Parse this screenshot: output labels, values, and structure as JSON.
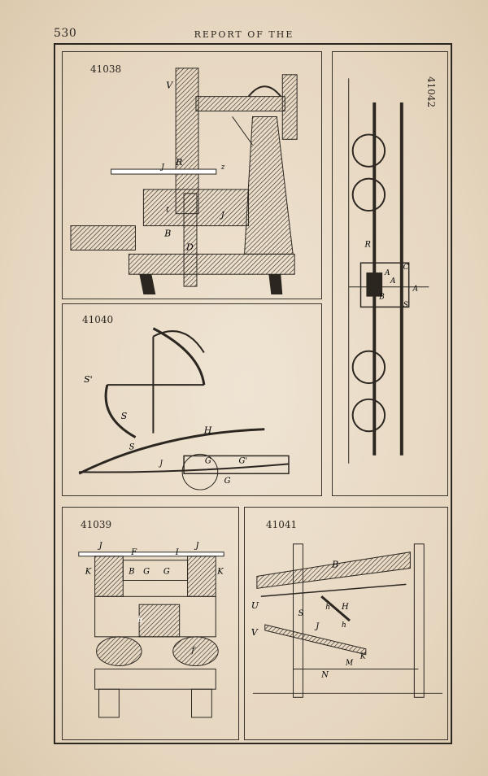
{
  "page_number": "530",
  "running_head": "REPORT OF THE",
  "figures": [
    {
      "number": "41038",
      "labels": [
        "V",
        "R",
        "z",
        "J",
        "J",
        "t",
        "B",
        "D"
      ]
    },
    {
      "number": "41042",
      "labels": [
        "R",
        "A",
        "A",
        "B",
        "C",
        "S",
        "A"
      ]
    },
    {
      "number": "41040",
      "labels": [
        "S'",
        "S",
        "S",
        "H",
        "J",
        "G",
        "G'",
        "G"
      ]
    },
    {
      "number": "41039",
      "labels": [
        "J",
        "F",
        "I",
        "J",
        "K",
        "B",
        "G",
        "G",
        "K",
        "b",
        "f"
      ]
    },
    {
      "number": "41041",
      "labels": [
        "B",
        "U",
        "h",
        "H",
        "S",
        "h",
        "V",
        "J",
        "M",
        "K",
        "N"
      ]
    }
  ]
}
